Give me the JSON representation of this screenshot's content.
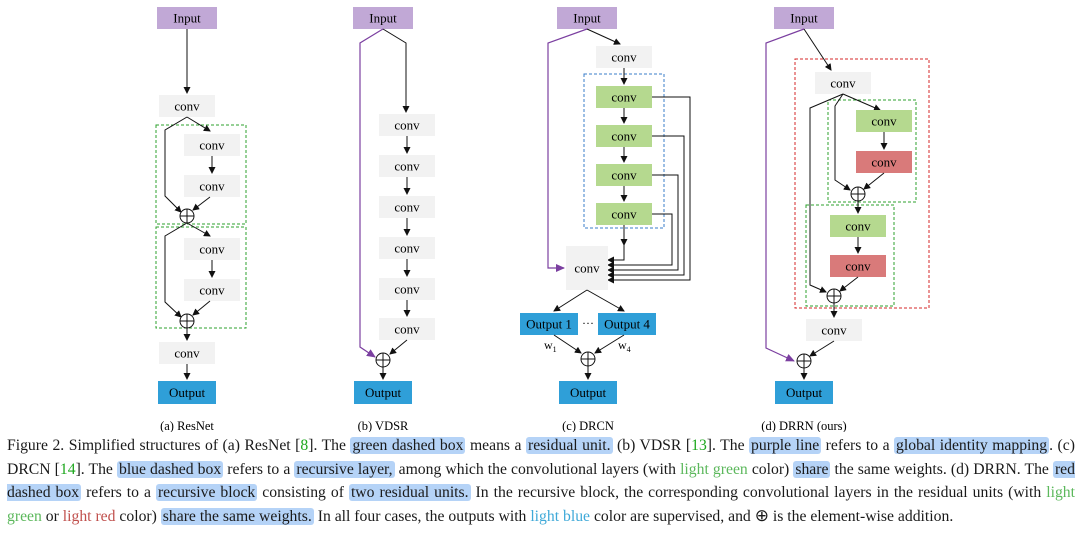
{
  "figure": {
    "labels": {
      "input": "Input",
      "output": "Output",
      "conv": "conv",
      "output1": "Output 1",
      "output4": "Output 4",
      "dots": "···",
      "w1": "w",
      "w1_sub": "1",
      "w4": "w",
      "w4_sub": "4"
    },
    "subcaptions": [
      "(a) ResNet",
      "(b) VDSR",
      "(c) DRCN",
      "(d) DRRN (ours)"
    ],
    "colors": {
      "input": "#c1a8d6",
      "output": "#2f9fd8",
      "conv": "#f2f2f2",
      "conv_green": "#b5d98f",
      "conv_red": "#d97a7a",
      "residual_box": "#2ca02c",
      "recursive_layer_box": "#3a7dc9",
      "recursive_block_box": "#d62728",
      "identity_line": "#7b3fa0",
      "highlight": "#b5d3f7"
    }
  },
  "caption": {
    "label": "Figure 2.",
    "t1": " Simplified structures of (a) ResNet [",
    "r1": "8",
    "t2": "]. The ",
    "h1": "green dashed box",
    "t3": " means a ",
    "h2": "residual unit.",
    "t4": " (b) VDSR [",
    "r2": "13",
    "t5": "]. The ",
    "h3": "purple line",
    "t6": " refers to a ",
    "h4": "global identity mapping",
    "t7": ". (c) DRCN [",
    "r3": "14",
    "t8": "]. The ",
    "h5": "blue dashed box",
    "t9": " refers to a ",
    "h6": "recursive layer,",
    "t10": " among which the convolutional layers (with ",
    "g1": "light green",
    "t11": " color) ",
    "h7": "share",
    "t12": " the same weights. (d) DRRN. The ",
    "h8": "red dashed box",
    "t13": " refers to a ",
    "h9": "recursive block",
    "t14": " consisting of ",
    "h10": "two residual units.",
    "t15": " In the recursive block, the corresponding convolutional layers in the residual units (with ",
    "g2": "light green",
    "t16": " or ",
    "red1": "light red",
    "t17": " color) ",
    "h11": "share the same weights.",
    "t18": " In all four cases, the outputs with ",
    "b1": "light blue",
    "t19": " color are supervised, and ",
    "oplus": "⊕",
    "t20": " is the element-wise addition."
  }
}
